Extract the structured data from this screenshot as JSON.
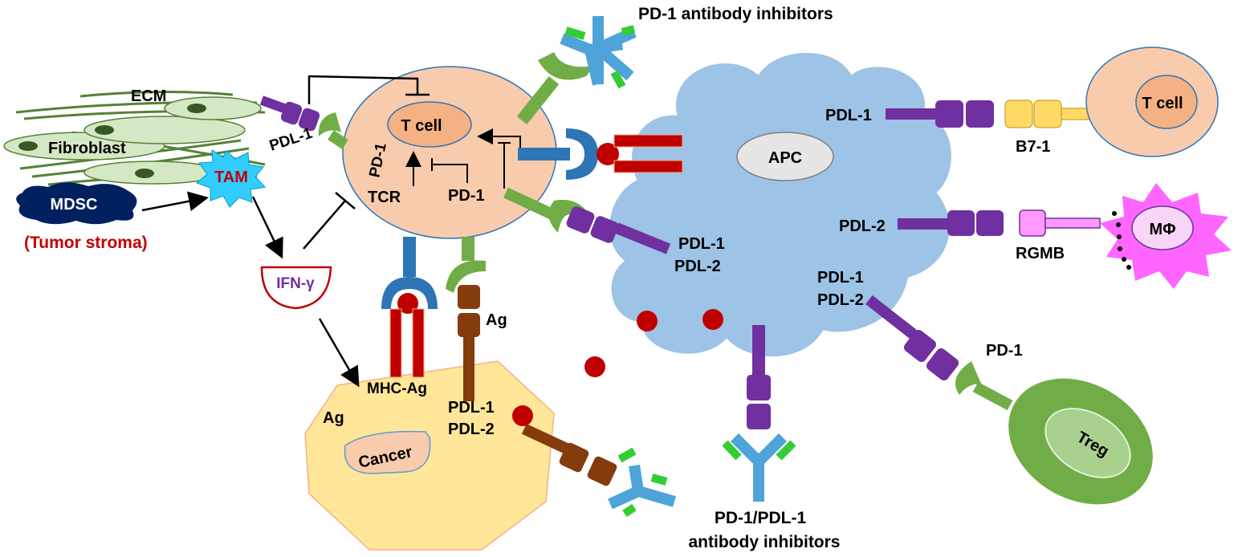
{
  "labels": {
    "pd1_antibody_inhibitors": "PD-1 antibody inhibitors",
    "ecm": "ECM",
    "fibroblast": "Fibroblast",
    "tam": "TAM",
    "mdsc": "MDSC",
    "tumor_stroma": "(Tumor stroma)",
    "ifn_gamma": "IFN-γ",
    "pdl1_stroma": "PDL-1",
    "pd1_left": "PD-1",
    "tcell_center": "T cell",
    "tcr": "TCR",
    "pd1_center": "PD-1",
    "mhc_ag": "MHC-Ag",
    "ag_receptor": "Ag",
    "ag_cancer": "Ag",
    "cancer": "Cancer",
    "pdl1_cancer": "PDL-1",
    "pdl2_cancer": "PDL-2",
    "pdl1_mid": "PDL-1",
    "pdl2_mid": "PDL-2",
    "apc": "APC",
    "pdl1_apc": "PDL-1",
    "b71": "B7-1",
    "tcell_right": "T cell",
    "pdl2_apc": "PDL-2",
    "rgmb": "RGMB",
    "macrophage": "MΦ",
    "pdl1_lower": "PDL-1",
    "pdl2_lower": "PDL-2",
    "pd1_treg": "PD-1",
    "treg": "Treg",
    "pd1_pdl1_inhibitors_l1": "PD-1/PDL-1",
    "pd1_pdl1_inhibitors_l2": "antibody inhibitors"
  },
  "colors": {
    "tcell_fill": "#f8cbad",
    "tcell_nucleus": "#f4b183",
    "apc_fill": "#9dc3e6",
    "cancer_fill": "#ffe699",
    "pd1_green": "#70ad47",
    "pdl_purple": "#7030a0",
    "tcr_blue": "#2e75b6",
    "mhc_red": "#c00000",
    "ag_brown": "#843c0c",
    "antibody_blue": "#4ea3d9",
    "antibody_green": "#33cc33",
    "b71_yellow": "#ffd966",
    "macrophage_pink": "#ff66ff",
    "rgmb_pink": "#ff99ff",
    "treg_green": "#70ad47",
    "mdsc_navy": "#002060",
    "tam_blue": "#33ccff",
    "fibroblast_green": "#d5e8c5",
    "ecm_green": "#548235",
    "red_text": "#c00000",
    "ifn_text": "#7030a0"
  }
}
